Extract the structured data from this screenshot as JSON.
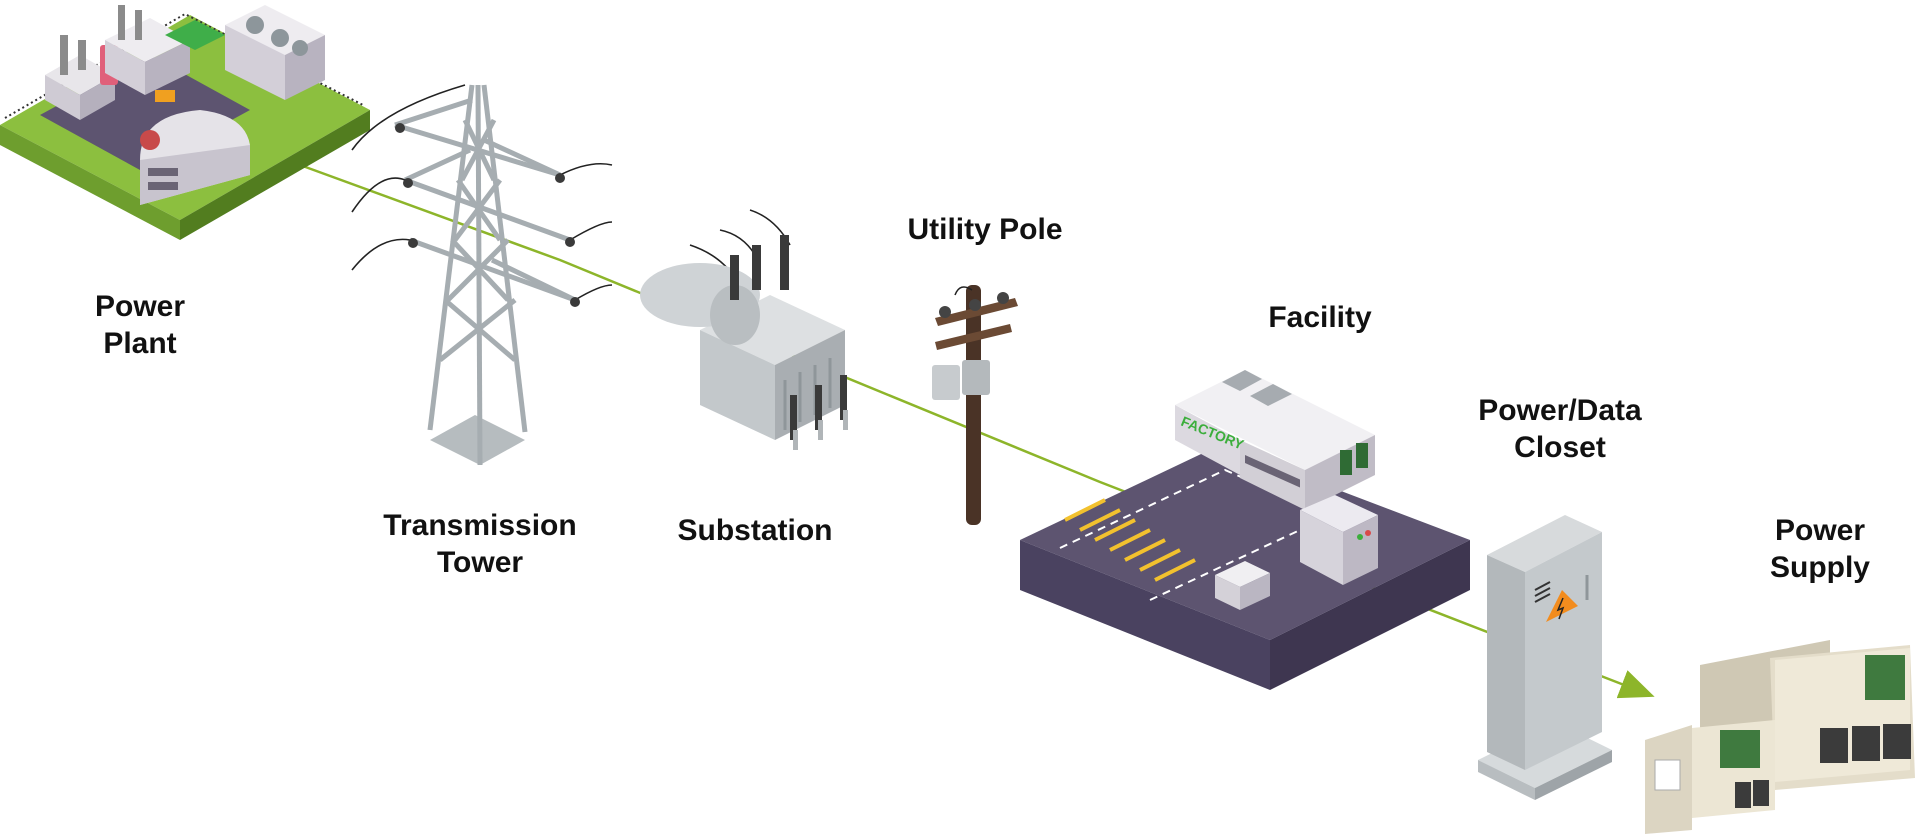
{
  "colors": {
    "flow_line": "#8db52a",
    "grass": "#8cbf3f",
    "grass_side": "#5f8f25",
    "asphalt": "#5d5470",
    "asphalt_side": "#3e3650",
    "metal": "#c9ced1",
    "metal_dark": "#9aa1a5",
    "pole_wood": "#4a3326",
    "cabinet": "#b7bcbf",
    "enclosure": "#ddd6c4",
    "factory_green": "#3cae3c",
    "warning": "#f28c1e"
  },
  "stages": [
    {
      "id": "plant",
      "lines": [
        "Power",
        "Plant"
      ]
    },
    {
      "id": "tower",
      "lines": [
        "Transmission",
        "Tower"
      ]
    },
    {
      "id": "sub",
      "lines": [
        "Substation"
      ]
    },
    {
      "id": "pole",
      "lines": [
        "Utility Pole"
      ]
    },
    {
      "id": "fac",
      "lines": [
        "Facility"
      ]
    },
    {
      "id": "closet",
      "lines": [
        "Power/Data",
        "Closet"
      ]
    },
    {
      "id": "supply",
      "lines": [
        "Power",
        "Supply"
      ]
    }
  ],
  "factory_sign": "FACTORY"
}
